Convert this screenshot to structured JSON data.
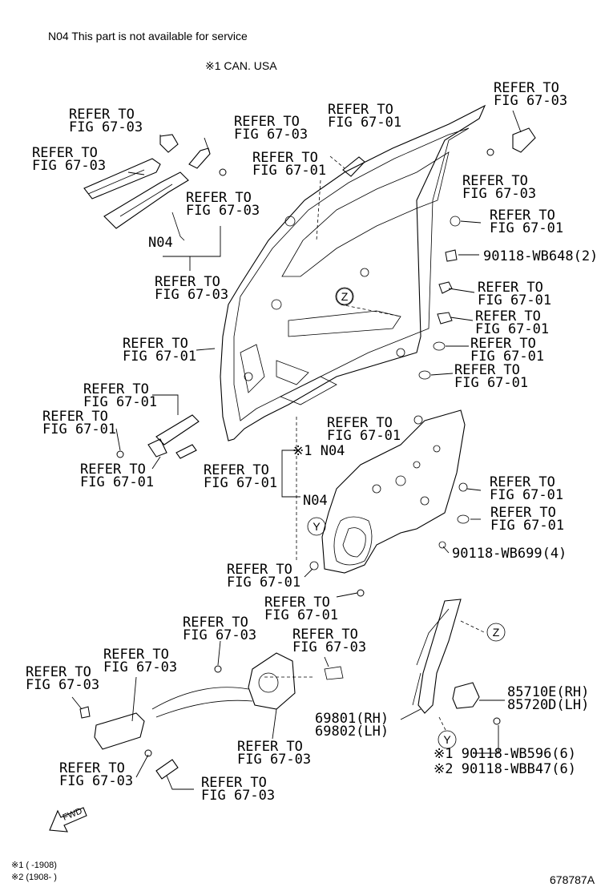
{
  "header": {
    "note": "N04 This part is not available for service",
    "market": "※1 CAN. USA"
  },
  "callouts": {
    "refer_to": "REFER TO",
    "fig_67_01": "FIG 67-01",
    "fig_67_03": "FIG 67-03"
  },
  "codes": {
    "n04": "N04",
    "n04_marked": "※1 N04",
    "z": "Z",
    "y": "Y"
  },
  "parts": {
    "bolt_wb648": "90118-WB648(2)",
    "bolt_wb699": "90118-WB699(4)",
    "motor_rh": "85710E(RH)",
    "motor_lh": "85720D(LH)",
    "regulator_rh": "69801(RH)",
    "regulator_lh": "69802(LH)",
    "bolt_wb596": "※1 90118-WB596(6)",
    "bolt_wb847": "※2 90118-WBB47(6)"
  },
  "footer": {
    "note1": "※1 (        -1908)",
    "note2": "※2 (1908-         )",
    "diagram_id": "678787A"
  },
  "icons": {
    "fwd": "FWD"
  }
}
